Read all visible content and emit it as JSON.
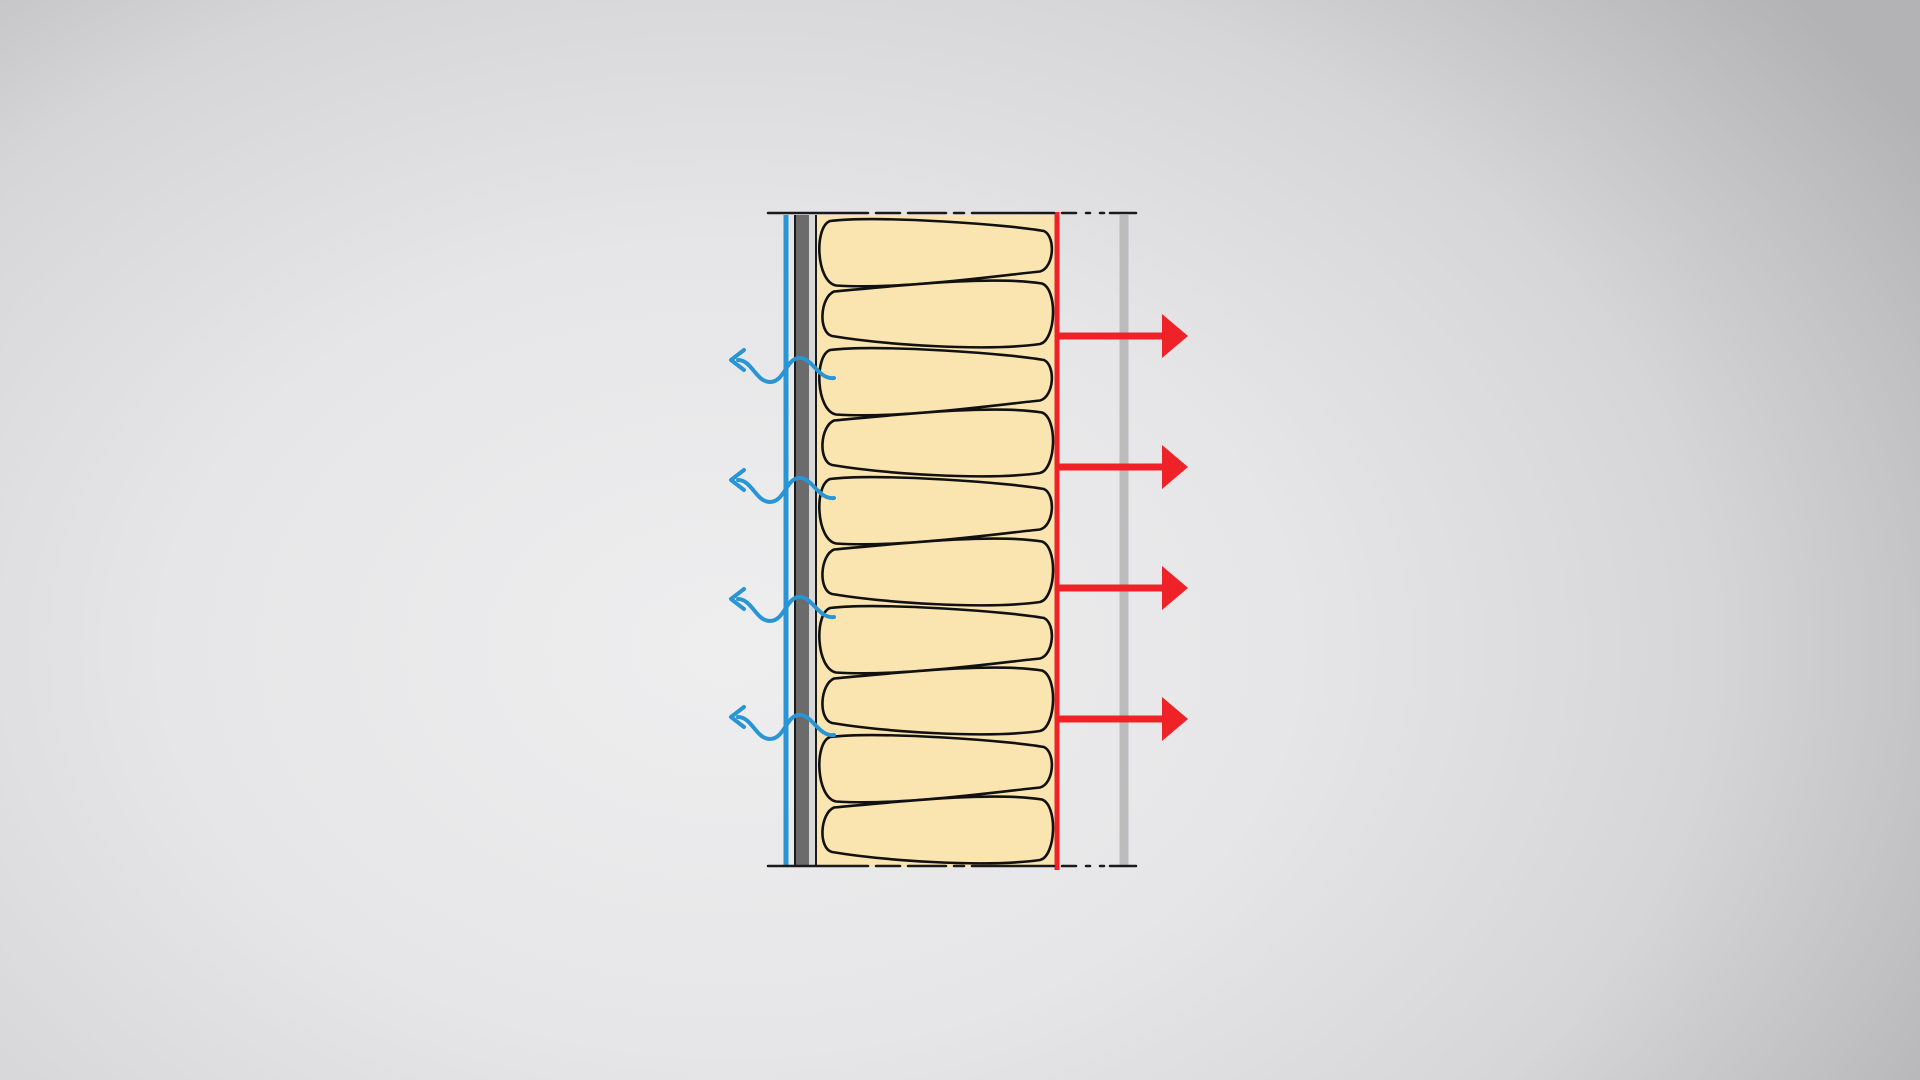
{
  "diagram": {
    "colors": {
      "background": "#e6e6e8",
      "insulation_fill": "#fae5b0",
      "insulation_outline": "#111111",
      "vapor_side_line": "#2a95d4",
      "warm_side_line": "#ee2227",
      "heat_arrows": "#ee2227",
      "moisture_arrows": "#2a95d4",
      "sheathing_dark": "#6b6b6b",
      "sheathing_light": "#d8d8d8",
      "interior_board": "#bcbcbc",
      "section_lines": "#1a1a1a"
    },
    "icons": {
      "heat_flow": "right-arrow-icon",
      "moisture_flow": "wavy-left-arrow-icon"
    },
    "heat_arrow_count": 4,
    "moisture_arrow_count": 4,
    "insulation_batt_count": 10
  }
}
